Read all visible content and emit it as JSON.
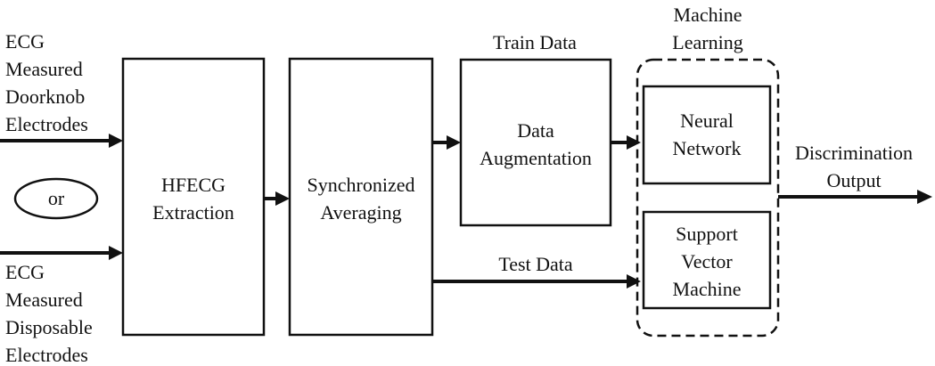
{
  "inputs": {
    "top_lines": [
      "ECG",
      "Measured",
      "Doorknob",
      "Electrodes"
    ],
    "or_label": "or",
    "bottom_lines": [
      "ECG",
      "Measured",
      "Disposable",
      "Electrodes"
    ]
  },
  "blocks": {
    "hfecg_lines": [
      "HFECG",
      "Extraction"
    ],
    "sync_lines": [
      "Synchronized",
      "Averaging"
    ],
    "augment_lines": [
      "Data",
      "Augmentation"
    ],
    "nn_lines": [
      "Neural",
      "Network"
    ],
    "svm_lines": [
      "Support",
      "Vector",
      "Machine"
    ]
  },
  "group": {
    "ml_lines": [
      "Machine",
      "Learning"
    ]
  },
  "edges": {
    "train_label": "Train Data",
    "test_label": "Test Data",
    "output_lines": [
      "Discrimination",
      "Output"
    ]
  }
}
